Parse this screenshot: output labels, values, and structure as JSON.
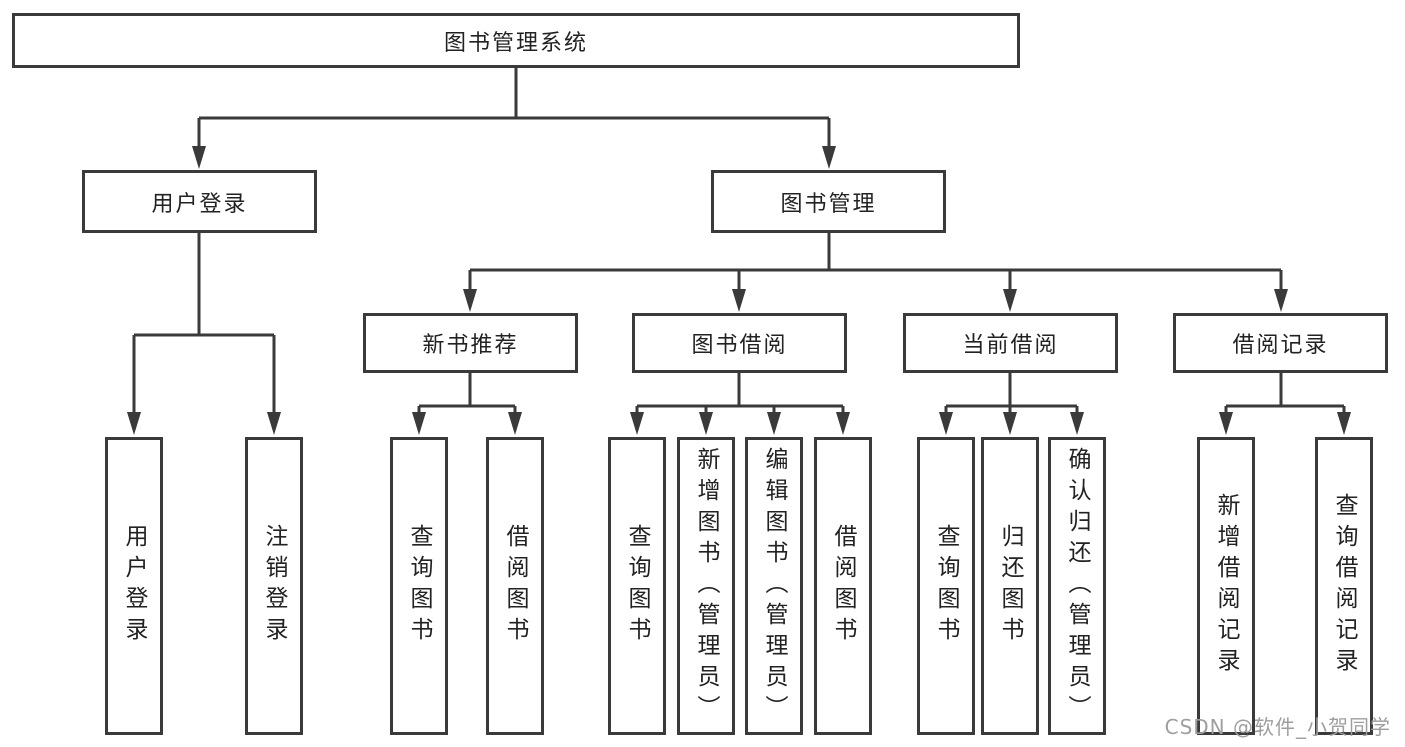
{
  "diagram": {
    "root": {
      "label": "图书管理系统"
    },
    "branches": [
      {
        "label": "用户登录",
        "children": [
          {
            "label": "用户登录"
          },
          {
            "label": "注销登录"
          }
        ]
      },
      {
        "label": "图书管理",
        "children": [
          {
            "label": "新书推荐",
            "children": [
              {
                "label": "查询图书"
              },
              {
                "label": "借阅图书"
              }
            ]
          },
          {
            "label": "图书借阅",
            "children": [
              {
                "label": "查询图书"
              },
              {
                "label": "新增图书（管理员）"
              },
              {
                "label": "编辑图书（管理员）"
              },
              {
                "label": "借阅图书"
              }
            ]
          },
          {
            "label": "当前借阅",
            "children": [
              {
                "label": "查询图书"
              },
              {
                "label": "归还图书"
              },
              {
                "label": "确认归还（管理员）"
              }
            ]
          },
          {
            "label": "借阅记录",
            "children": [
              {
                "label": "新增借阅记录"
              },
              {
                "label": "查询借阅记录"
              }
            ]
          }
        ]
      }
    ]
  },
  "watermark": "CSDN @软件_小贺同学",
  "colors": {
    "line": "#3a3a3a",
    "box_background": "#ffffff",
    "text": "#222222",
    "watermark": "#9e9e9e"
  }
}
